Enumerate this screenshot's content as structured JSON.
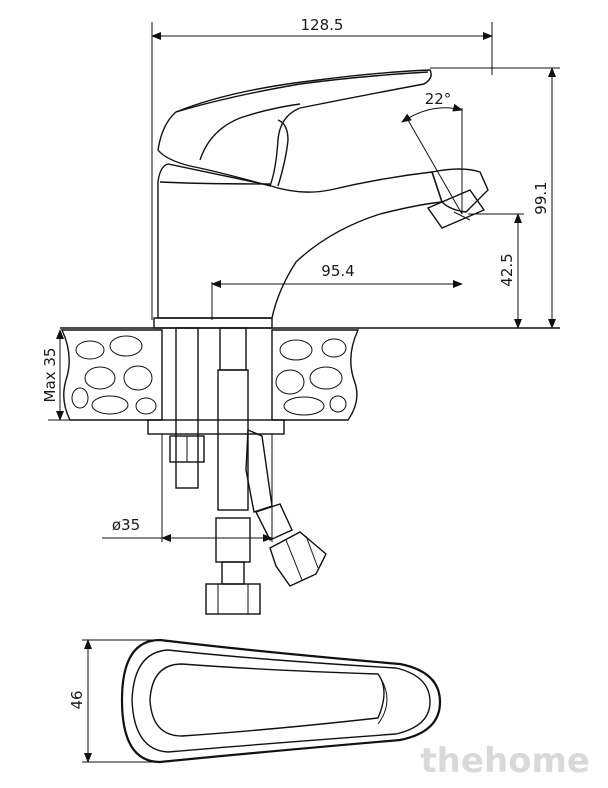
{
  "dimensions": {
    "overall_width": "128.5",
    "spout_angle": "22°",
    "total_height": "99.1",
    "spout_height": "42.5",
    "spout_reach": "95.4",
    "max_thickness": "Max 35",
    "hole_diameter": "ø35",
    "handle_width": "46"
  },
  "watermark": "thehome"
}
